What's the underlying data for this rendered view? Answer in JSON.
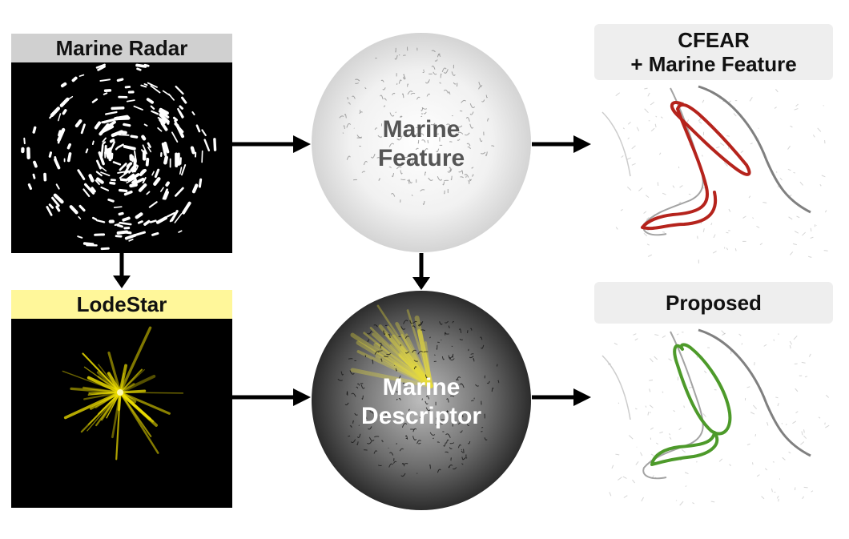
{
  "input_panels": {
    "radar_title": "Marine Radar",
    "lodestar_title": "LodeStar"
  },
  "spheres": {
    "feature_line1": "Marine",
    "feature_line2": "Feature",
    "descriptor_line1": "Marine",
    "descriptor_line2": "Descriptor"
  },
  "results": {
    "baseline_line1": "CFEAR",
    "baseline_line2": "+ Marine Feature",
    "proposed_title": "Proposed"
  },
  "colors": {
    "radar_header_bg": "#d0d0d0",
    "lodestar_header_bg": "#fff79a",
    "result_header_bg": "#eeeeee",
    "lodestar_rays": "#f2e200",
    "baseline_trajectory": "#b5231c",
    "proposed_trajectory": "#4d9a2a"
  },
  "icons": {
    "arrow": "arrow-right-icon",
    "down_arrow": "arrow-down-icon"
  }
}
